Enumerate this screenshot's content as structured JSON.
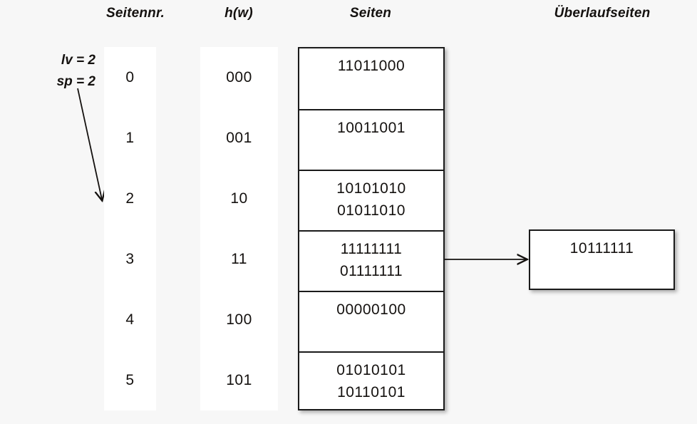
{
  "headers": {
    "seitennr": "Seitennr.",
    "hw": "h(w)",
    "seiten": "Seiten",
    "ueberlaufseiten": "Überlaufseiten"
  },
  "params": {
    "lv": "lv = 2",
    "sp": "sp = 2"
  },
  "colors": {
    "background": "#f7f7f7",
    "box_fill": "#ffffff",
    "stroke": "#1a1a1a",
    "text": "#14110f"
  },
  "rows": [
    {
      "seitennr": "0",
      "hw": "000",
      "records": [
        "11011000"
      ]
    },
    {
      "seitennr": "1",
      "hw": "001",
      "records": [
        "10011001"
      ]
    },
    {
      "seitennr": "2",
      "hw": "10",
      "records": [
        "10101010",
        "01011010"
      ]
    },
    {
      "seitennr": "3",
      "hw": "11",
      "records": [
        "11111111",
        "01111111"
      ]
    },
    {
      "seitennr": "4",
      "hw": "100",
      "records": [
        "00000100"
      ]
    },
    {
      "seitennr": "5",
      "hw": "101",
      "records": [
        "01010101",
        "10110101"
      ]
    }
  ],
  "overflow": {
    "records": [
      "10111111"
    ],
    "from_row_index": 3
  }
}
